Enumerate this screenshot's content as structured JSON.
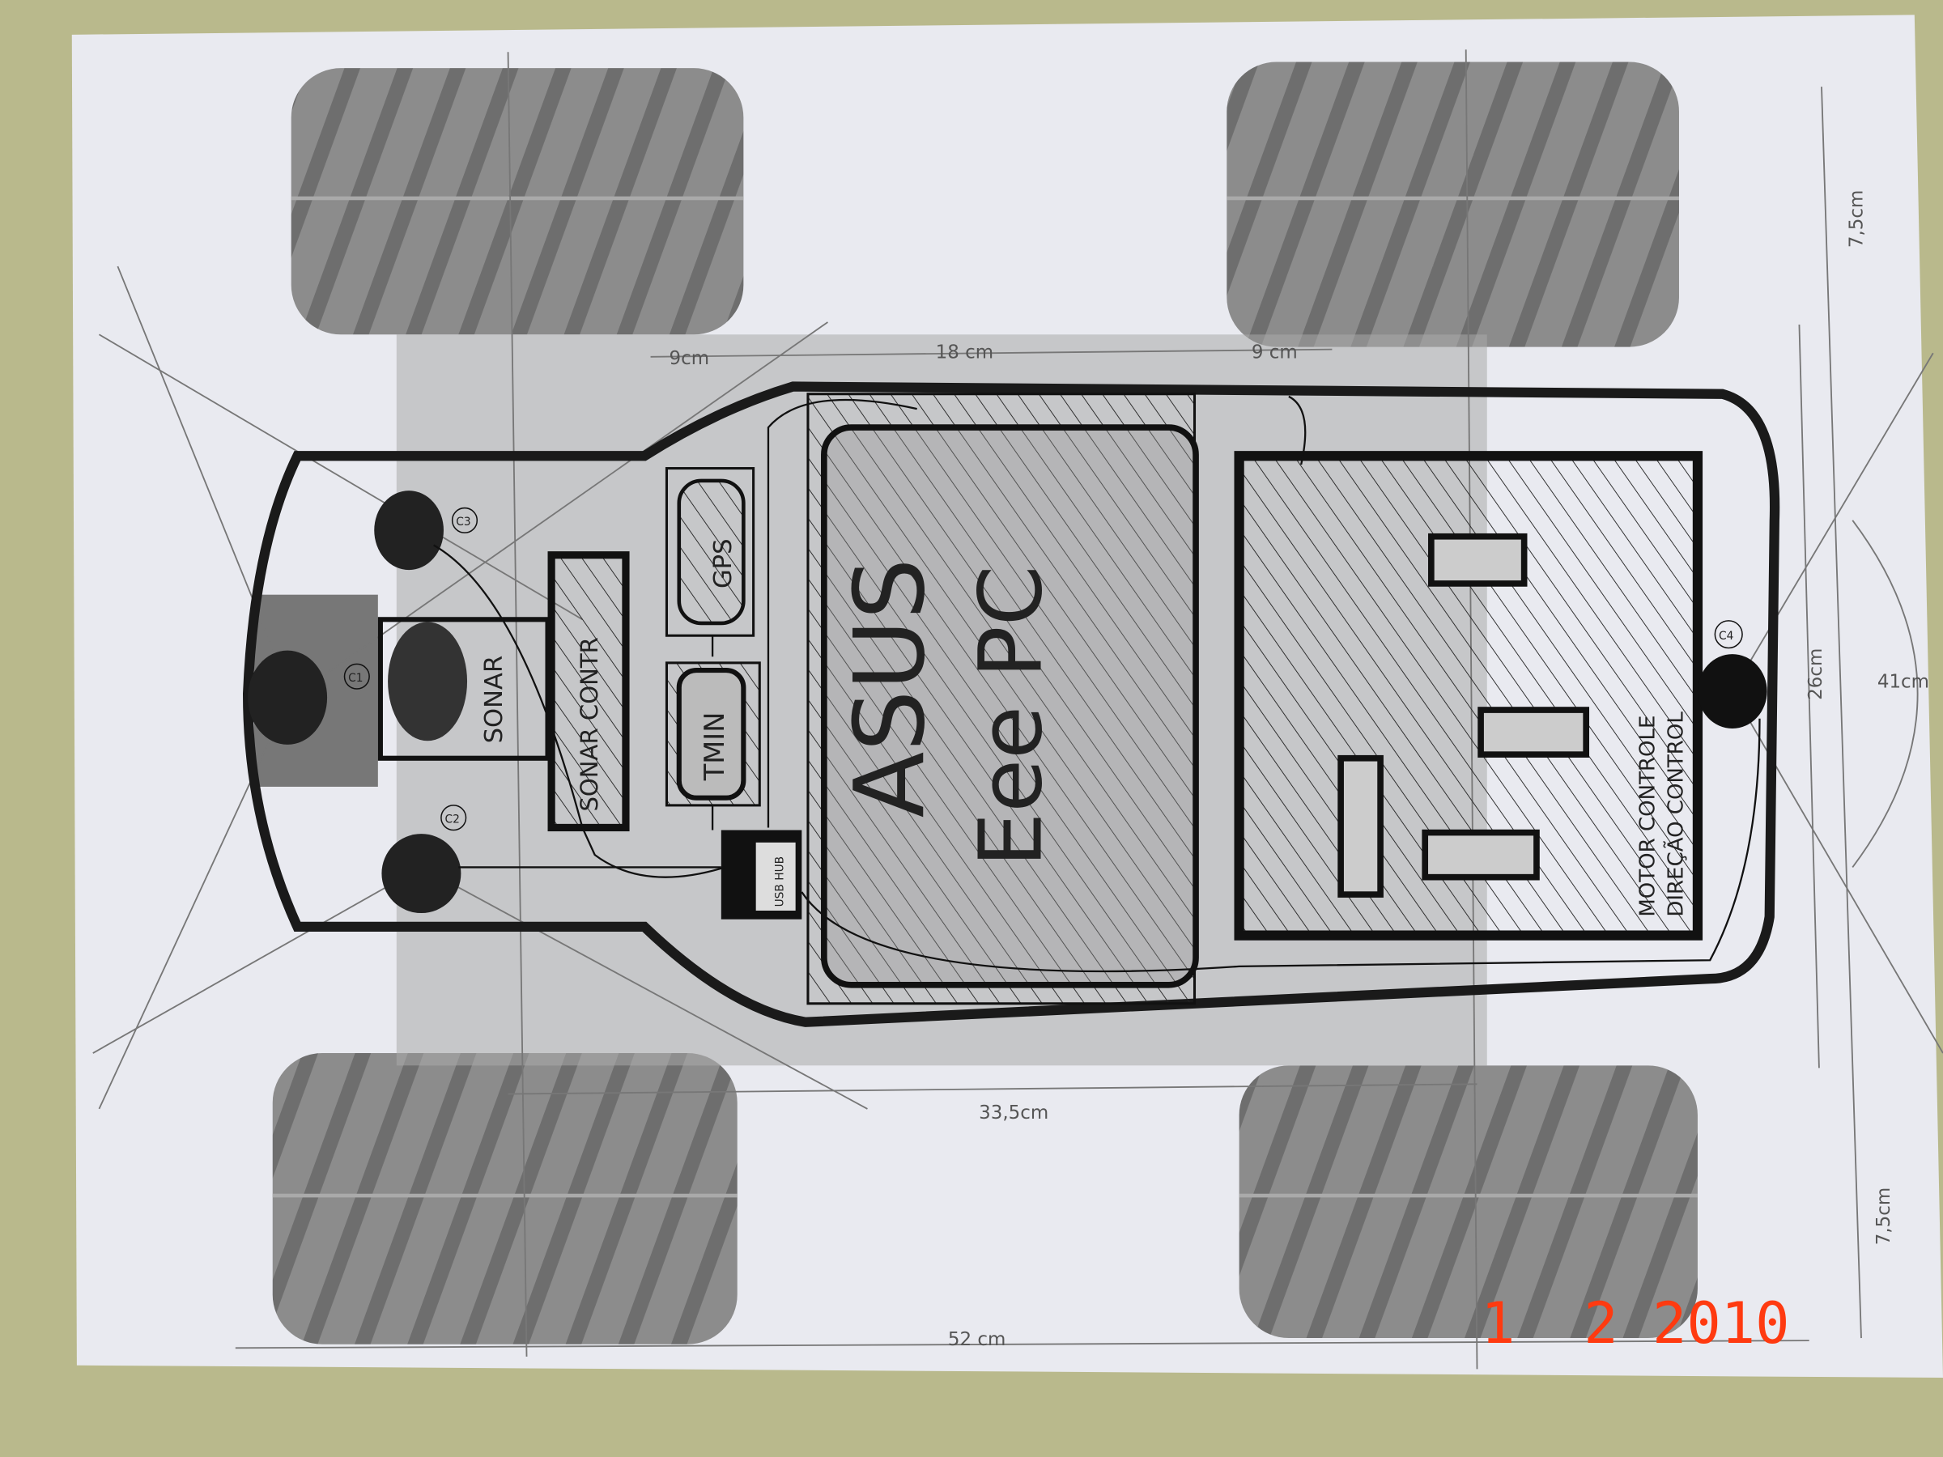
{
  "diagram": {
    "components": {
      "laptop_line1": "ASUS",
      "laptop_line2": "Eee PC",
      "gps": "GPS",
      "tmin": "TMIN",
      "usb_hub": "USB HUB",
      "sonar": "SONAR",
      "sonar_controller": "SONAR CONTR",
      "motor_controller_line1": "MOTOR CONTROLE",
      "motor_controller_line2": "DIREÇÃO CONTROL",
      "camera_1": "C1",
      "camera_2": "C2",
      "camera_3": "C3",
      "camera_4": "C4"
    },
    "dimensions": {
      "front_left_offset": "9cm",
      "center_span": "18 cm",
      "front_right_offset": "9 cm",
      "wheelbase": "33,5cm",
      "overall_length": "52 cm",
      "wheel_width_top": "7,5cm",
      "track_width": "26cm",
      "overall_width": "41cm",
      "wheel_width_bottom": "7,5cm"
    }
  },
  "photo_date_stamp": "1  2 2010",
  "colors": {
    "wall": "#b9b98c",
    "paper": "#e9eaf0",
    "ink": "#1a1a1a",
    "tire": "#8c8c8c",
    "date_stamp": "#ff3a10"
  }
}
